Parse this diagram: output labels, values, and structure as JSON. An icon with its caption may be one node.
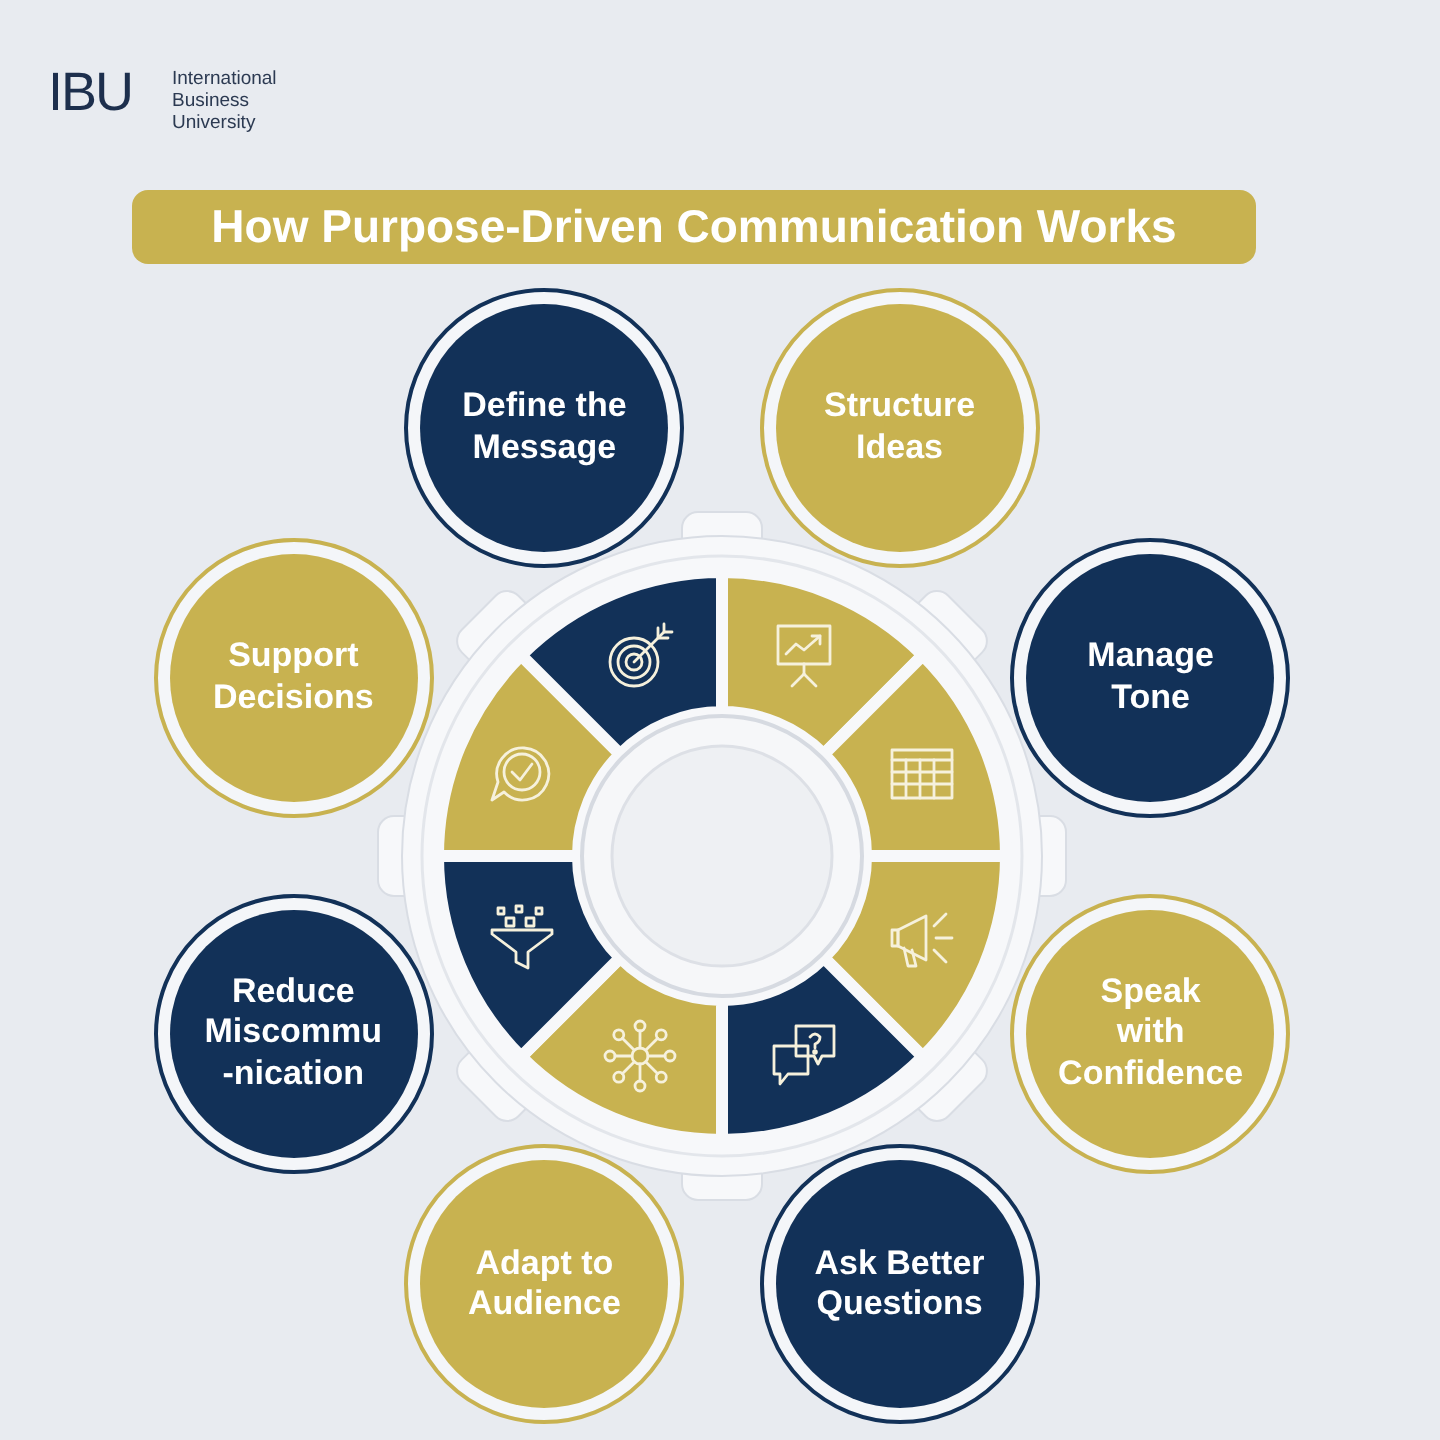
{
  "diagram": {
    "title": "How Purpose-Driven Communication Works",
    "nodes": [
      {
        "text": [
          "Define the Message"
        ]
      },
      {
        "text": [
          "Structure Ideas"
        ]
      },
      {
        "text": [
          "Manage Tone"
        ]
      },
      {
        "text": [
          "Speak with Confidence"
        ]
      },
      {
        "text": [
          "Ask Better Questions"
        ]
      },
      {
        "text": [
          "Adapt to Audience"
        ]
      },
      {
        "text": [
          "Reduce Miscommu -nication"
        ]
      },
      {
        "text": [
          "Support Decisions"
        ]
      }
    ],
    "labels": [
      "IBU",
      "International Business University"
    ]
  }
}
